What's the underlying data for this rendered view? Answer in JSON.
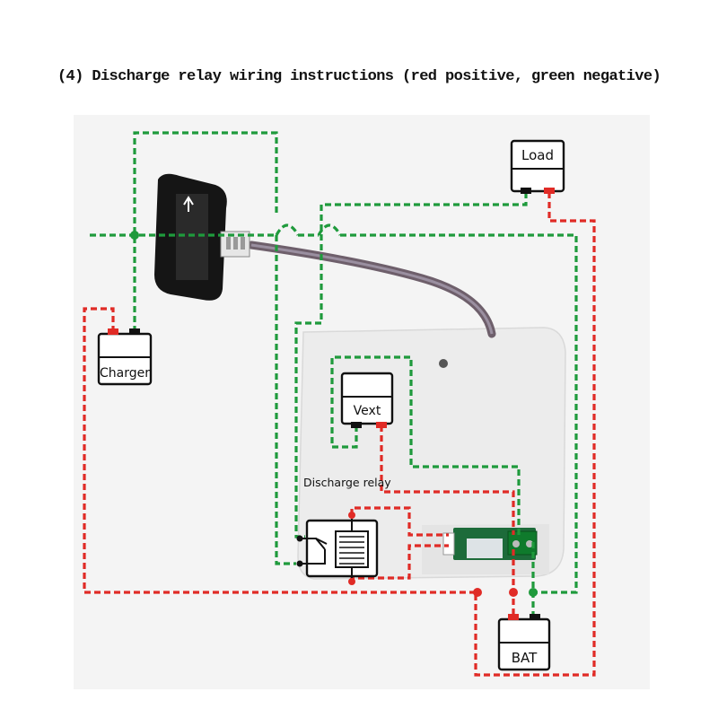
{
  "title": "(4) Discharge relay wiring instructions (red positive, green negative)",
  "labels": {
    "load": "Load",
    "charger": "Charger",
    "vext": "Vext",
    "discharge_relay": "Discharge relay",
    "bat": "BAT"
  },
  "colors": {
    "positive": "#e02b26",
    "negative": "#1f9a3c"
  },
  "icons": [
    "current-sensor-icon",
    "protection-board-icon",
    "relay-icon"
  ]
}
